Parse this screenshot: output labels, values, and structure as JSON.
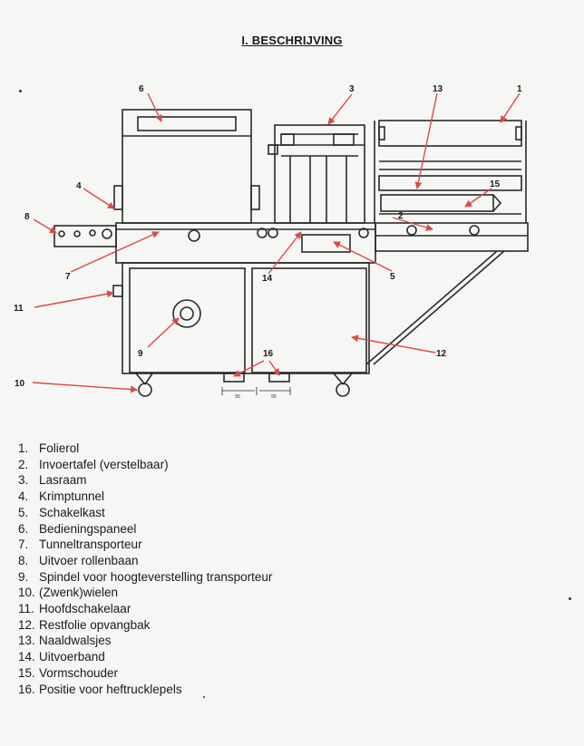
{
  "document": {
    "title": "I. BESCHRIJVING"
  },
  "callouts": [
    "1",
    "2",
    "3",
    "4",
    "5",
    "6",
    "7",
    "8",
    "9",
    "10",
    "11",
    "12",
    "13",
    "14",
    "15",
    "16"
  ],
  "dimension_marks": [
    "55",
    "55"
  ],
  "legend": [
    {
      "number": "1.",
      "text": "Folierol"
    },
    {
      "number": "2.",
      "text": "Invoertafel (verstelbaar)"
    },
    {
      "number": "3.",
      "text": "Lasraam"
    },
    {
      "number": "4.",
      "text": "Krimptunnel"
    },
    {
      "number": "5.",
      "text": "Schakelkast"
    },
    {
      "number": "6.",
      "text": "Bedieningspaneel"
    },
    {
      "number": "7.",
      "text": "Tunneltransporteur"
    },
    {
      "number": "8.",
      "text": "Uitvoer rollenbaan"
    },
    {
      "number": "9.",
      "text": "Spindel voor hoogteverstelling transporteur"
    },
    {
      "number": "10.",
      "text": "(Zwenk)wielen"
    },
    {
      "number": "11.",
      "text": "Hoofdschakelaar"
    },
    {
      "number": "12.",
      "text": "Restfolie opvangbak"
    },
    {
      "number": "13.",
      "text": "Naaldwalsjes"
    },
    {
      "number": "14.",
      "text": "Uitvoerband"
    },
    {
      "number": "15.",
      "text": "Vormschouder"
    },
    {
      "number": "16.",
      "text": "Positie voor heftrucklepels"
    }
  ],
  "colors": {
    "arrow": "#d94a4a",
    "line": "#2a2a2a",
    "paper": "#f6f6f4"
  }
}
